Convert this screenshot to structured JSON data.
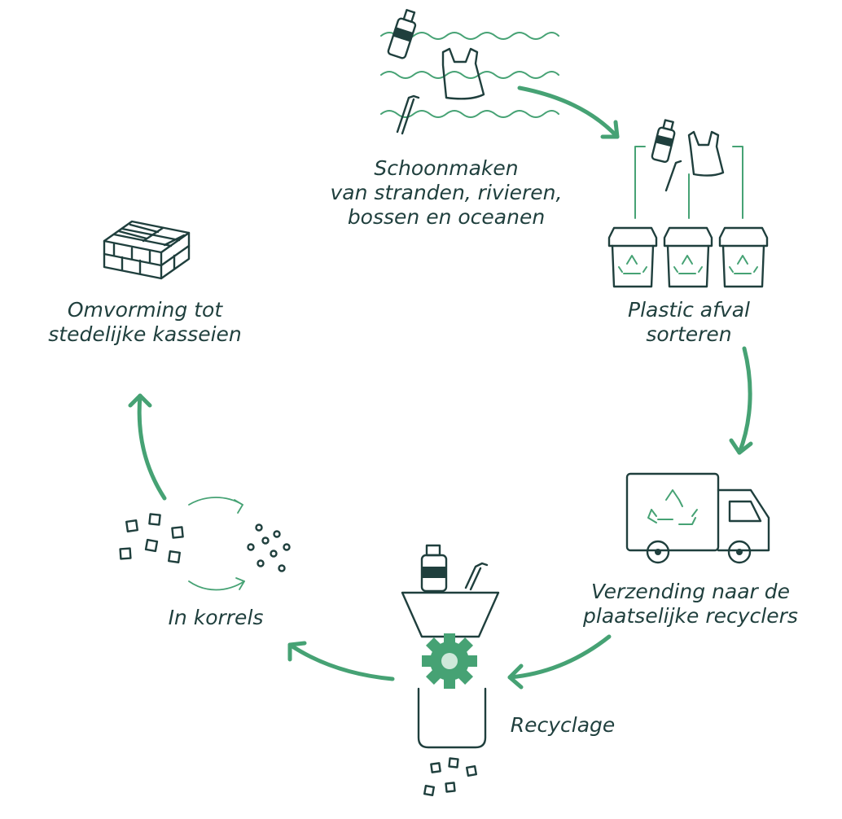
{
  "colors": {
    "ink": "#1f3f3d",
    "accent": "#46a274",
    "background": "#ffffff"
  },
  "steps": [
    {
      "id": "cleanup",
      "lines": [
        "Schoonmaken",
        "van stranden, rivieren,",
        "bossen en oceanen"
      ],
      "icon": "ocean-waste-icon"
    },
    {
      "id": "sorting",
      "lines": [
        "Plastic afval",
        "sorteren"
      ],
      "icon": "recycling-bins-icon"
    },
    {
      "id": "shipping",
      "lines": [
        "Verzending naar de",
        "plaatselijke recyclers"
      ],
      "icon": "recycling-truck-icon"
    },
    {
      "id": "recycling",
      "lines": [
        "Recyclage"
      ],
      "icon": "shredder-gear-icon"
    },
    {
      "id": "pellets",
      "lines": [
        "In korrels"
      ],
      "icon": "pellets-icon"
    },
    {
      "id": "cobblestones",
      "lines": [
        "Omvorming tot",
        "stedelijke kasseien"
      ],
      "icon": "cobblestones-icon"
    }
  ]
}
